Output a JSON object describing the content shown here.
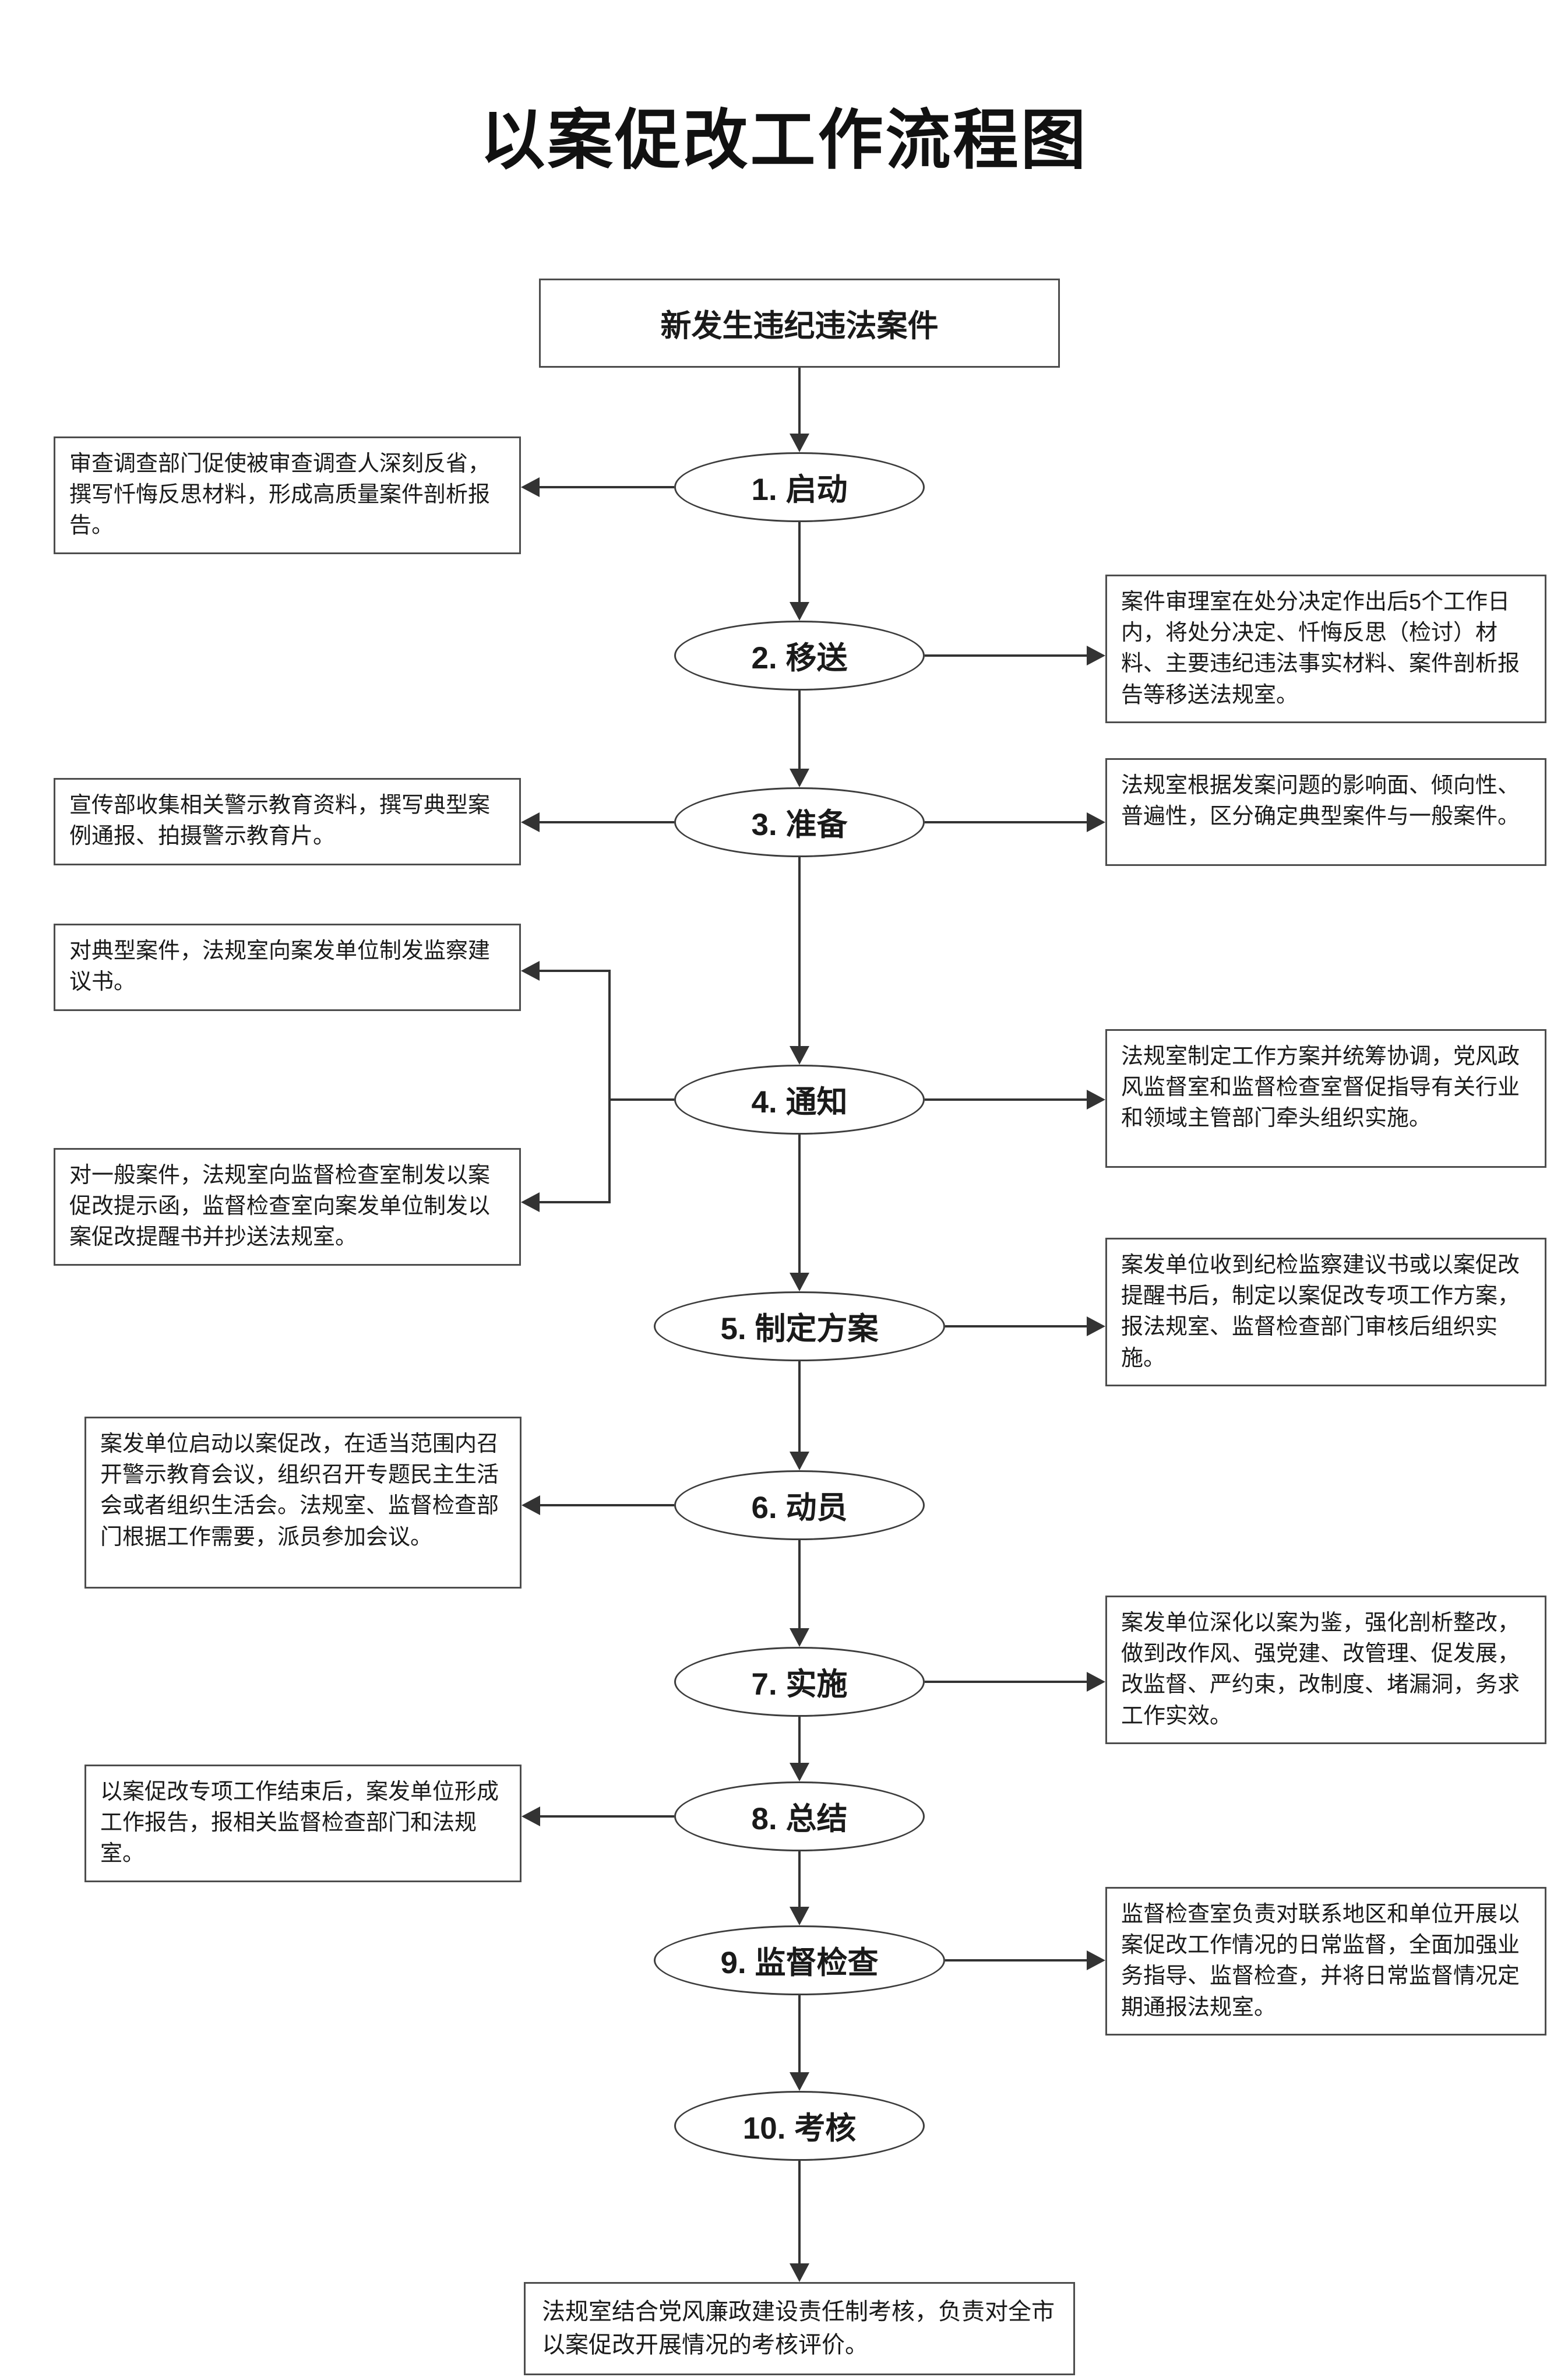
{
  "title": "以案促改工作流程图",
  "flow": {
    "start": "新发生违纪违法案件",
    "end": "法规室结合党风廉政建设责任制考核，负责对全市以案促改开展情况的考核评价。",
    "steps": [
      {
        "label": "1. 启动"
      },
      {
        "label": "2. 移送"
      },
      {
        "label": "3. 准备"
      },
      {
        "label": "4. 通知"
      },
      {
        "label": "5. 制定方案"
      },
      {
        "label": "6. 动员"
      },
      {
        "label": "7. 实施"
      },
      {
        "label": "8. 总结"
      },
      {
        "label": "9. 监督检查"
      },
      {
        "label": "10. 考核"
      }
    ],
    "left_notes": [
      {
        "step": "1. 启动",
        "text": "审查调查部门促使被审查调查人深刻反省，撰写忏悔反思材料，形成高质量案件剖析报告。"
      },
      {
        "step": "3. 准备",
        "text": "宣传部收集相关警示教育资料，撰写典型案例通报、拍摄警示教育片。"
      },
      {
        "step": "4. 通知",
        "text": "对典型案件，法规室向案发单位制发监察建议书。"
      },
      {
        "step": "4. 通知",
        "text": "对一般案件，法规室向监督检查室制发以案促改提示函，监督检查室向案发单位制发以案促改提醒书并抄送法规室。"
      },
      {
        "step": "6. 动员",
        "text": "案发单位启动以案促改，在适当范围内召开警示教育会议，组织召开专题民主生活会或者组织生活会。法规室、监督检查部门根据工作需要，派员参加会议。"
      },
      {
        "step": "8. 总结",
        "text": "以案促改专项工作结束后，案发单位形成工作报告，报相关监督检查部门和法规室。"
      }
    ],
    "right_notes": [
      {
        "step": "2. 移送",
        "text": "案件审理室在处分决定作出后5个工作日内，将处分决定、忏悔反思（检讨）材料、主要违纪违法事实材料、案件剖析报告等移送法规室。"
      },
      {
        "step": "3. 准备",
        "text": "法规室根据发案问题的影响面、倾向性、普遍性，区分确定典型案件与一般案件。"
      },
      {
        "step": "4. 通知",
        "text": "法规室制定工作方案并统筹协调，党风政风监督室和监督检查室督促指导有关行业和领域主管部门牵头组织实施。"
      },
      {
        "step": "5. 制定方案",
        "text": "案发单位收到纪检监察建议书或以案促改提醒书后，制定以案促改专项工作方案，报法规室、监督检查部门审核后组织实施。"
      },
      {
        "step": "7. 实施",
        "text": "案发单位深化以案为鉴，强化剖析整改，做到改作风、强党建、改管理、促发展，改监督、严约束，改制度、堵漏洞，务求工作实效。"
      },
      {
        "step": "9. 监督检查",
        "text": "监督检查室负责对联系地区和单位开展以案促改工作情况的日常监督，全面加强业务指导、监督检查，并将日常监督情况定期通报法规室。"
      }
    ]
  }
}
